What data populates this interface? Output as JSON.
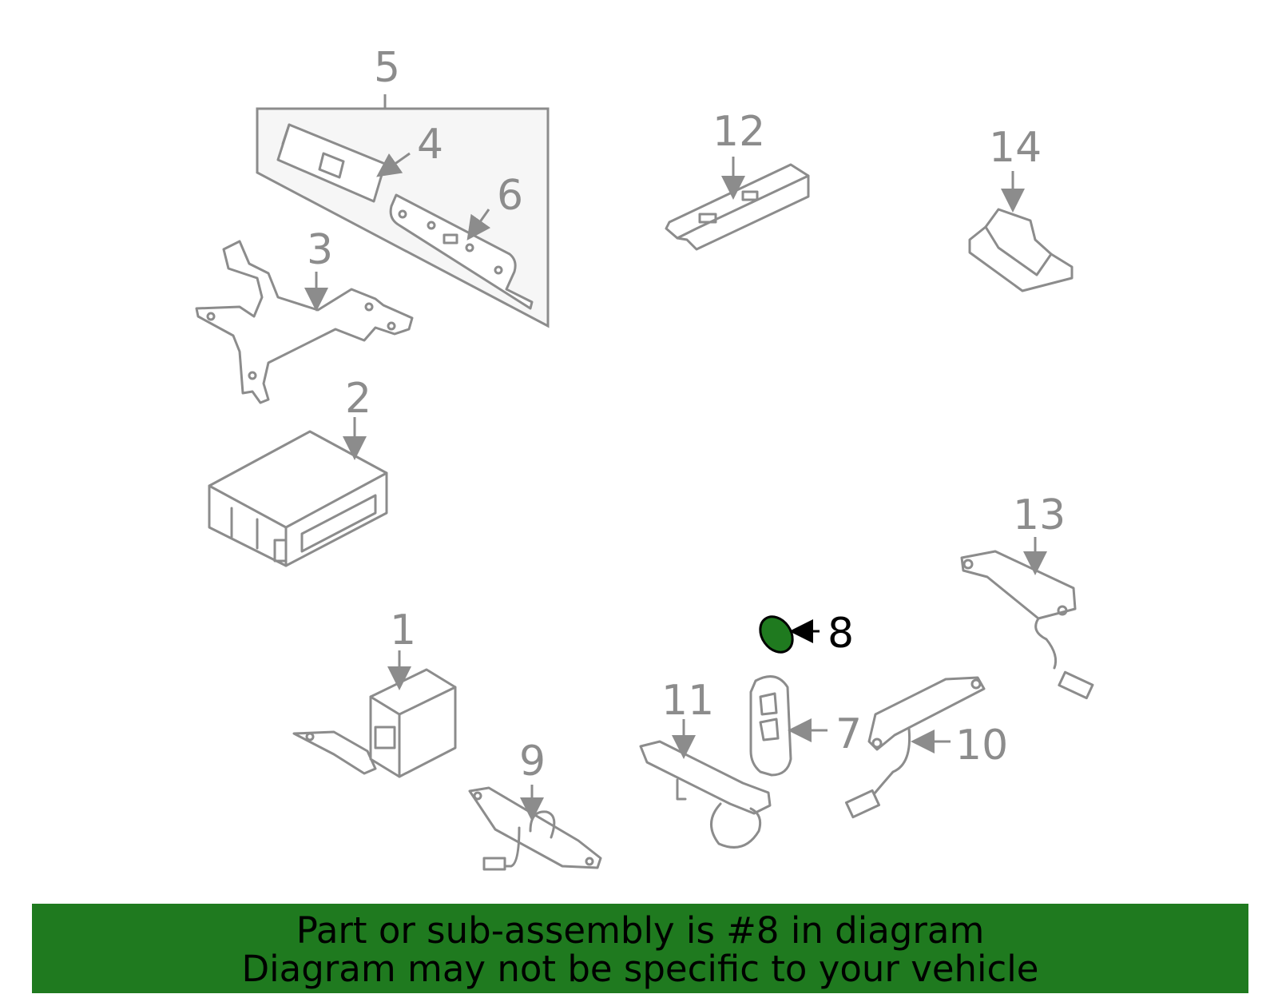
{
  "callouts": {
    "c1": "1",
    "c2": "2",
    "c3": "3",
    "c4": "4",
    "c5": "5",
    "c6": "6",
    "c7": "7",
    "c8": "8",
    "c9": "9",
    "c10": "10",
    "c11": "11",
    "c12": "12",
    "c13": "13",
    "c14": "14"
  },
  "highlight": {
    "part": "8",
    "color": "#1f7a1f"
  },
  "banner": {
    "line1": "Part or sub-assembly is #8 in diagram",
    "line2": "Diagram may not be specific to your vehicle"
  }
}
